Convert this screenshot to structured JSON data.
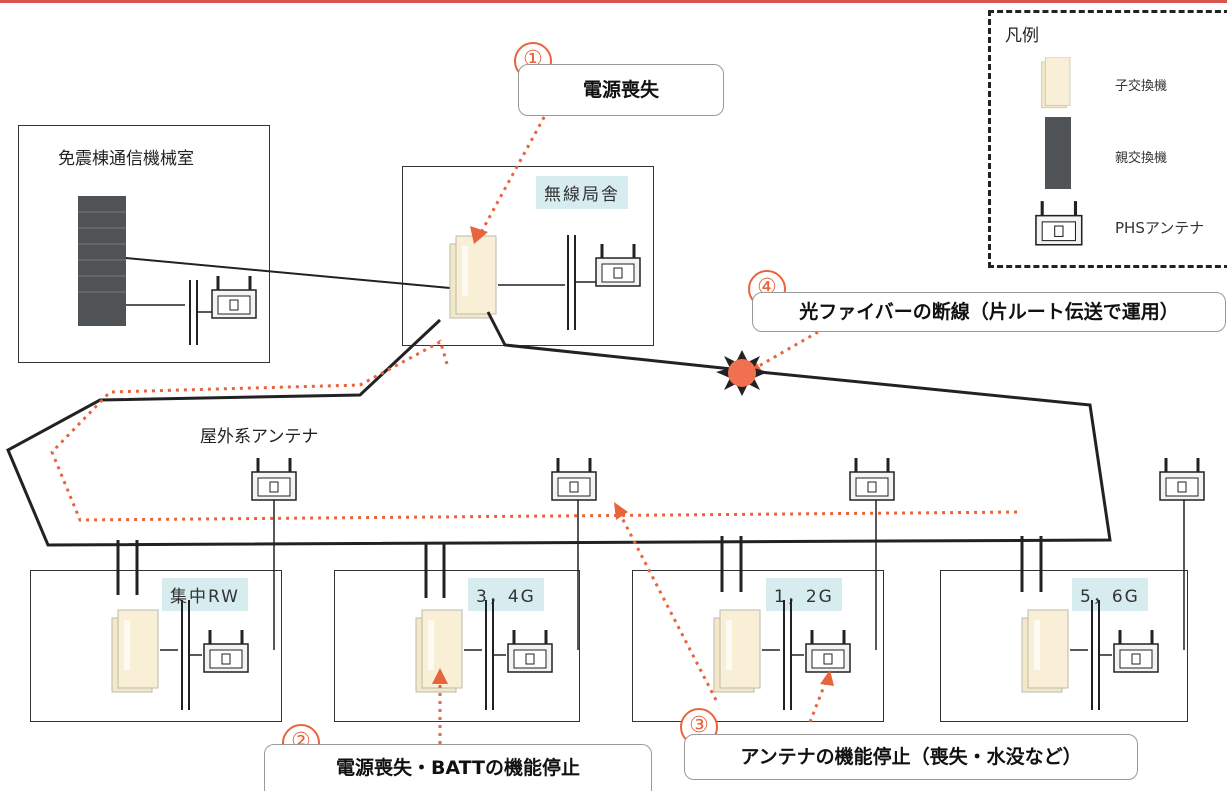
{
  "title_rooms": {
    "main_room": "免震棟通信機械室",
    "radio_station": "無線局舎",
    "outdoor_antenna": "屋外系アンテナ"
  },
  "nodes": [
    {
      "label": "集中RW"
    },
    {
      "label": "3，4G"
    },
    {
      "label": "1，2G"
    },
    {
      "label": "5，6G"
    }
  ],
  "legend": {
    "title": "凡例",
    "items": [
      {
        "icon": "sub-exchange-icon",
        "label": "子交換機"
      },
      {
        "icon": "main-exchange-icon",
        "label": "親交換機"
      },
      {
        "icon": "phs-antenna-icon",
        "label": "PHSアンテナ"
      }
    ]
  },
  "callouts": [
    {
      "number": "①",
      "text": "電源喪失"
    },
    {
      "number": "②",
      "text": "電源喪失・BATTの機能停止"
    },
    {
      "number": "③",
      "text": "アンテナの機能停止（喪失・水没など）"
    },
    {
      "number": "④",
      "text": "光ファイバーの断線（片ルート伝送で運用）"
    }
  ],
  "colors": {
    "accent": "#e8643c",
    "tag_bg": "#d6ecef",
    "dotted_path": "#e8643c",
    "break_mark": "#f07050"
  }
}
